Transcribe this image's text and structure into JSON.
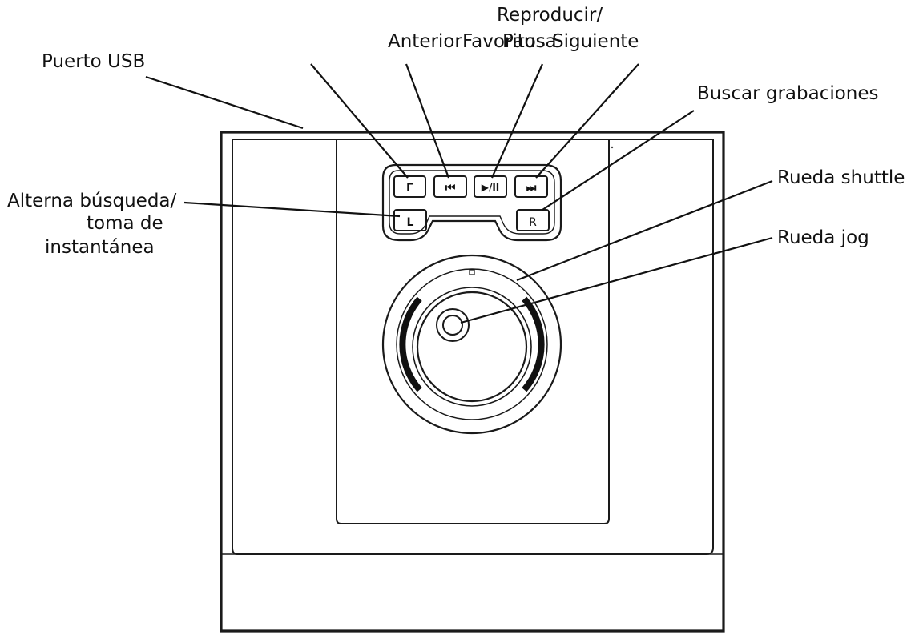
{
  "callouts": {
    "usb_port": "Puerto USB",
    "previous": "Anterior",
    "favorites": "Favoritos",
    "play_pause_line1": "Reproducir/",
    "play_pause_line2": "Pausa",
    "next": "Siguiente",
    "search_recordings": "Buscar grabaciones",
    "shuttle_wheel": "Rueda shuttle",
    "toggle_line1": "Alterna búsqueda/",
    "toggle_line2": "toma de",
    "toggle_line3": "instantánea",
    "jog_wheel": "Rueda jog"
  },
  "buttons": {
    "favorite_glyph": "Γ",
    "previous_glyph": "⏮",
    "play_pause_glyph": "▶/II",
    "next_glyph": "⏭",
    "left_glyph": "L",
    "right_glyph": "R"
  },
  "colors": {
    "line": "#111111",
    "shuttle_accent": "#111111",
    "background": "#ffffff"
  }
}
